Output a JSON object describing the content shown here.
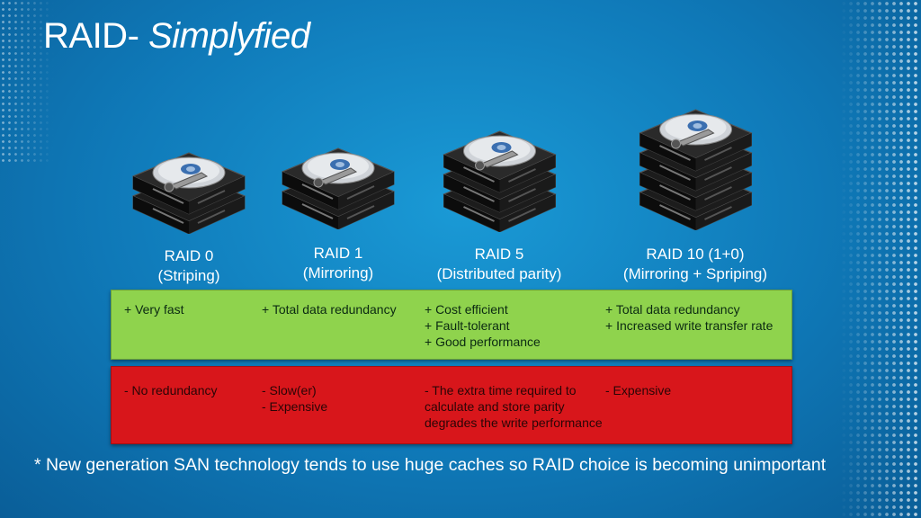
{
  "slide": {
    "title_plain": "RAID- ",
    "title_italic": "Simplyfied",
    "footnote": "* New generation SAN technology tends to use huge caches so RAID choice is becoming unimportant"
  },
  "raid_levels": [
    {
      "name": "RAID 0",
      "subtitle": "(Striping)",
      "drive_count": 2,
      "pros": [
        "+ Very fast"
      ],
      "cons": [
        "- No redundancy"
      ]
    },
    {
      "name": "RAID 1",
      "subtitle": "(Mirroring)",
      "drive_count": 2,
      "pros": [
        "+ Total data redundancy"
      ],
      "cons": [
        "- Slow(er)",
        "- Expensive"
      ]
    },
    {
      "name": "RAID 5",
      "subtitle": "(Distributed parity)",
      "drive_count": 3,
      "pros": [
        "+ Cost efficient",
        "+ Fault-tolerant",
        "+ Good performance"
      ],
      "cons": [
        "- The extra time required to",
        "calculate and store parity",
        "degrades the write performance"
      ]
    },
    {
      "name": "RAID 10 (1+0)",
      "subtitle": "(Mirroring + Spriping)",
      "drive_count": 4,
      "pros": [
        "+ Total data redundancy",
        "+ Increased write transfer rate"
      ],
      "cons": [
        "- Expensive"
      ]
    }
  ],
  "colors": {
    "pros_bg": "#8fd34d",
    "cons_bg": "#d8161b",
    "background": "#1a9ad6"
  }
}
